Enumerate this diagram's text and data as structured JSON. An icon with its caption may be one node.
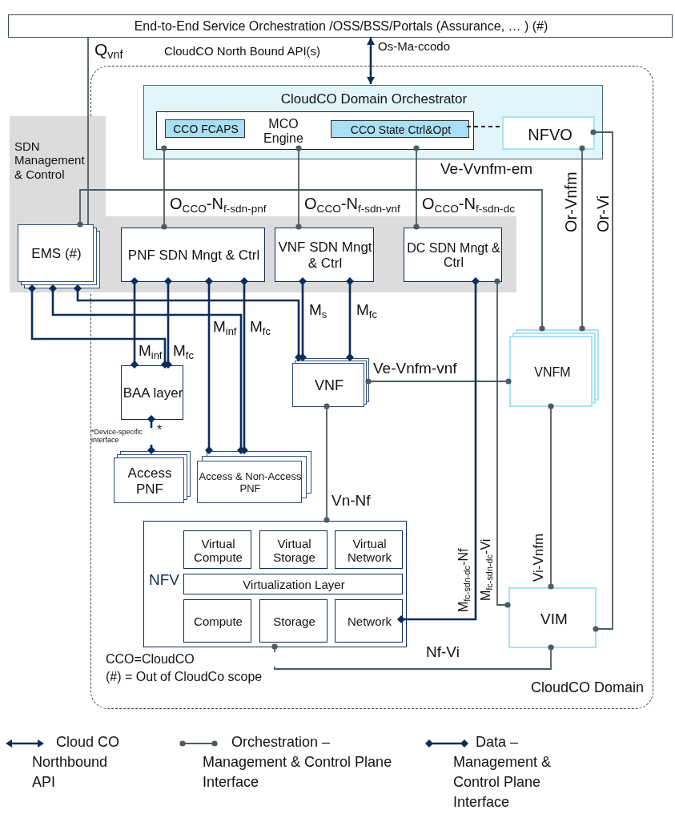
{
  "diagram": {
    "nodes": [
      {
        "text": [
          "End-to-End Service Orchestration /OSS/BSS/Portals (Assurance, … ) (#)"
        ]
      },
      {
        "text": [
          "CloudCO Domain"
        ]
      },
      {
        "text": [
          "SDN Management & Control"
        ]
      },
      {
        "text": [
          "CloudCO Domain Orchestrator"
        ],
        "in": 1
      },
      {
        "text": [
          "MCO Engine"
        ],
        "in": 3
      },
      {
        "text": [
          "CCO FCAPS"
        ],
        "in": 4
      },
      {
        "text": [
          "CCO State Ctrl&Opt"
        ],
        "in": 4
      },
      {
        "text": [
          "NFVO"
        ],
        "in": 3
      },
      {
        "text": [
          "EMS  (#)"
        ],
        "in": 2
      },
      {
        "text": [
          "PNF SDN Mngt & Ctrl"
        ],
        "in": 1
      },
      {
        "text": [
          "VNF SDN Mngt & Ctrl"
        ],
        "in": 1
      },
      {
        "text": [
          "DC SDN Mngt & Ctrl"
        ],
        "in": 1
      },
      {
        "text": [
          "VNFM"
        ],
        "in": 1
      },
      {
        "text": [
          "BAA layer"
        ],
        "in": 1
      },
      {
        "text": [
          "VNF"
        ],
        "in": 1
      },
      {
        "text": [
          "Access PNF"
        ],
        "in": 1
      },
      {
        "text": [
          "Access & Non-Access PNF"
        ],
        "in": 1
      },
      {
        "text": [
          "NFV"
        ],
        "in": 1
      },
      {
        "text": [
          "Virtual Compute"
        ],
        "in": 17
      },
      {
        "text": [
          "Virtual Storage"
        ],
        "in": 17
      },
      {
        "text": [
          "Virtual Network"
        ],
        "in": 17
      },
      {
        "text": [
          "Virtualization Layer"
        ],
        "in": 17
      },
      {
        "text": [
          "Compute"
        ],
        "in": 17
      },
      {
        "text": [
          "Storage"
        ],
        "in": 17
      },
      {
        "text": [
          "Network"
        ],
        "in": 17
      },
      {
        "text": [
          "VIM"
        ],
        "in": 1
      }
    ],
    "edges": [
      {
        "from": 0,
        "to": 3,
        "arrow": "both",
        "label": "Os-Ma-ccodo",
        "color": "#0b2d5b"
      },
      {
        "from": 0,
        "to": 8,
        "arrow": "none",
        "label": "Q$_{vnf}$"
      },
      {
        "from": 4,
        "to": 9,
        "arrow": "other",
        "label": "O$_{CCO}$-N$_{f-sdn-pnf}$"
      },
      {
        "from": 4,
        "to": 10,
        "arrow": "other",
        "label": "O$_{CCO}$-N$_{f-sdn-vnf}$"
      },
      {
        "from": 4,
        "to": 11,
        "arrow": "other",
        "label": "O$_{CCO}$-N$_{f-sdn-dc}$"
      },
      {
        "from": 6,
        "to": 7,
        "arrow": "none",
        "style": "dashed",
        "color": "#222222"
      },
      {
        "from": 7,
        "to": 12,
        "arrow": "other",
        "label": "Or-Vnfm"
      },
      {
        "from": 7,
        "to": 25,
        "arrow": "other",
        "label": "Or-Vi"
      },
      {
        "from": 12,
        "to": 8,
        "arrow": "other",
        "label": "Ve-Vvnfm-em"
      },
      {
        "from": 14,
        "to": 12,
        "arrow": "other",
        "label": "Ve-Vnfm-vnf"
      },
      {
        "from": 12,
        "to": 25,
        "arrow": "other",
        "label": "Vi-Vnfm"
      },
      {
        "from": 11,
        "to": 25,
        "arrow": "other",
        "label": "M$_{fc-sdn-dc}$-Vi"
      },
      {
        "from": 14,
        "to": 17,
        "arrow": "other",
        "label": "Vn-Nf"
      },
      {
        "from": 17,
        "to": 25,
        "arrow": "other",
        "label": "Nf-Vi"
      },
      {
        "from": 11,
        "to": 24,
        "arrow": "other",
        "label": "M$_{fc-sdn-dc}$-Nf",
        "color": "#0b2d5b"
      },
      {
        "from": 10,
        "to": 14,
        "arrow": "other",
        "label": "M$_{s}$",
        "color": "#0b2d5b"
      },
      {
        "from": 10,
        "to": 14,
        "arrow": "other",
        "label": "M$_{fc}$",
        "color": "#0b2d5b"
      },
      {
        "from": 8,
        "to": 14,
        "arrow": "other",
        "color": "#0b2d5b"
      },
      {
        "from": 8,
        "to": 16,
        "arrow": "other",
        "color": "#0b2d5b"
      },
      {
        "from": 8,
        "to": 13,
        "arrow": "other",
        "color": "#0b2d5b"
      },
      {
        "from": 9,
        "to": 13,
        "arrow": "other",
        "label": "M$_{inf}$",
        "color": "#0b2d5b"
      },
      {
        "from": 9,
        "to": 13,
        "arrow": "other",
        "label": "M$_{fc}$",
        "color": "#0b2d5b"
      },
      {
        "from": 9,
        "to": 16,
        "arrow": "other",
        "label": "M$_{inf}$",
        "color": "#0b2d5b"
      },
      {
        "from": 9,
        "to": 16,
        "arrow": "other",
        "label": "M$_{fc}$",
        "color": "#0b2d5b"
      },
      {
        "from": 13,
        "to": 15,
        "arrow": "other",
        "label": "*",
        "color": "#0b2d5b"
      }
    ],
    "labels": [
      "CloudCO North Bound API(s)",
      "*Device-specific interface",
      "CCO=CloudCO",
      "(#) = Out of CloudCo scope"
    ],
    "legend": [
      {
        "text": "Cloud CO Northbound API"
      },
      {
        "text": "Orchestration – Management & Control Plane Interface"
      },
      {
        "text": "Data – Management & Control Plane Interface"
      }
    ]
  }
}
